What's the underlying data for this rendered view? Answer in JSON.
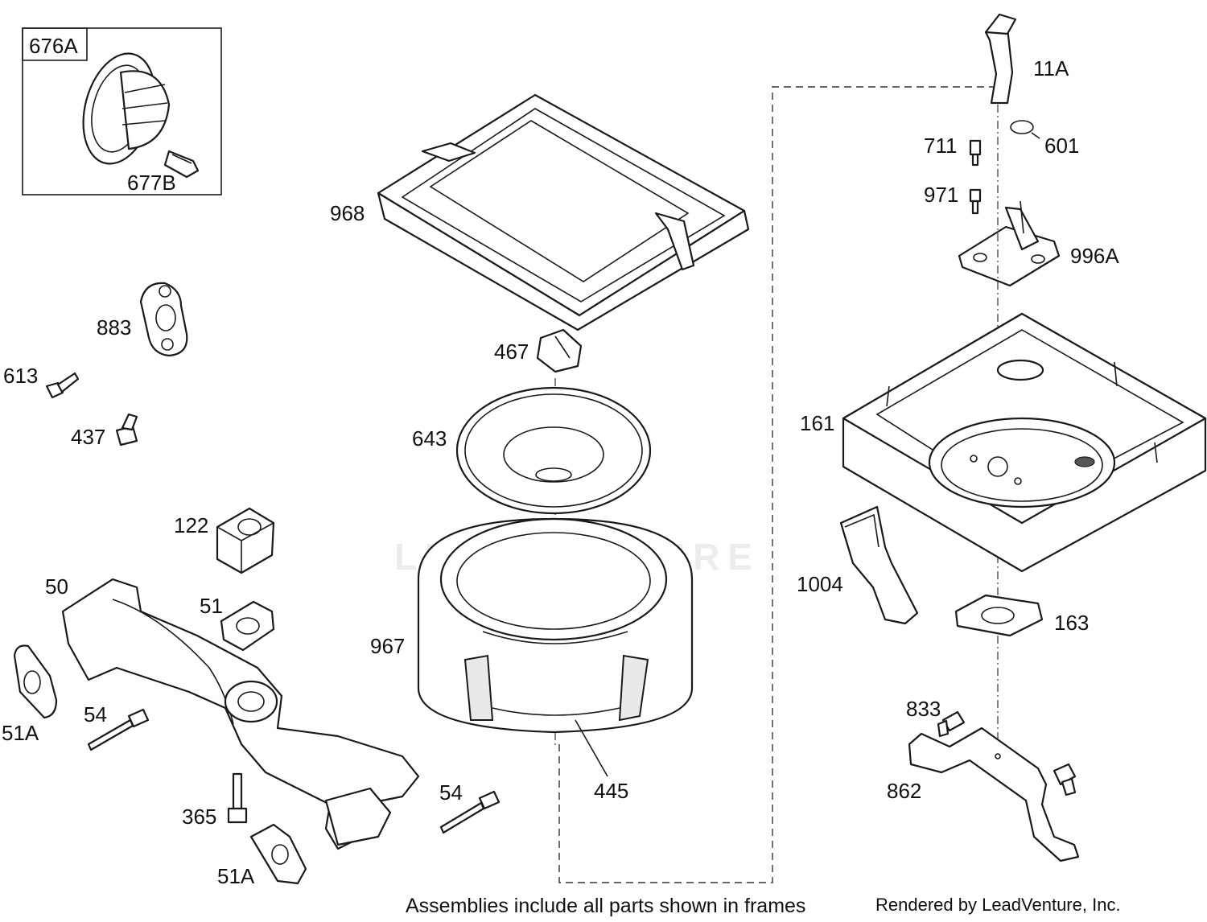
{
  "diagram": {
    "labels": {
      "676A": "676A",
      "677B": "677B",
      "968": "968",
      "883": "883",
      "613": "613",
      "437": "437",
      "467": "467",
      "643": "643",
      "122": "122",
      "50": "50",
      "51": "51",
      "51A_left": "51A",
      "54_left": "54",
      "365": "365",
      "51A_bottom": "51A",
      "54_bottom": "54",
      "967": "967",
      "445": "445",
      "11A": "11A",
      "601": "601",
      "711": "711",
      "971": "971",
      "996A": "996A",
      "161": "161",
      "1004": "1004",
      "163": "163",
      "833": "833",
      "862": "862"
    },
    "footer_note": "Assemblies include all parts shown in frames",
    "credit": "Rendered by LeadVenture, Inc.",
    "watermark": "LEADVENTURE"
  }
}
